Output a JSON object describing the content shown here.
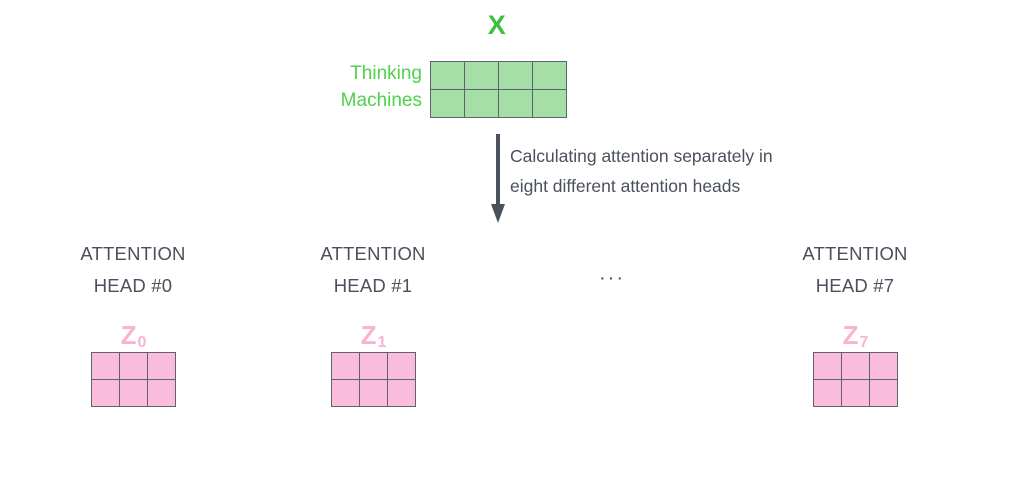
{
  "diagram": {
    "title_label": "X",
    "input": {
      "row_labels": [
        "Thinking",
        "Machines"
      ],
      "matrix": {
        "rows": 2,
        "cols": 4,
        "fill_color": "#a5dfa5",
        "border_color": "#5d6470"
      }
    },
    "flow": {
      "arrow_icon": "down-arrow-icon",
      "caption_lines": [
        "Calculating attention separately in",
        "eight different attention heads"
      ]
    },
    "ellipsis": "···",
    "heads": [
      {
        "title_lines": [
          "ATTENTION",
          "HEAD #0"
        ],
        "z_symbol": "Z",
        "z_index": "0",
        "matrix": {
          "rows": 2,
          "cols": 3,
          "fill_color": "#fbbddb",
          "border_color": "#5d6470"
        }
      },
      {
        "title_lines": [
          "ATTENTION",
          "HEAD #1"
        ],
        "z_symbol": "Z",
        "z_index": "1",
        "matrix": {
          "rows": 2,
          "cols": 3,
          "fill_color": "#fbbddb",
          "border_color": "#5d6470"
        }
      },
      {
        "title_lines": [
          "ATTENTION",
          "HEAD #7"
        ],
        "z_symbol": "Z",
        "z_index": "7",
        "matrix": {
          "rows": 2,
          "cols": 3,
          "fill_color": "#fbbddb",
          "border_color": "#5d6470"
        }
      }
    ],
    "colors": {
      "x_green": "#3DC13D",
      "label_green": "#4ED14E",
      "matrix_green": "#a5dfa5",
      "matrix_pink": "#fbbddb",
      "z_pink": "#f9b3d3",
      "text_slate": "#4a515c",
      "border_slate": "#5d6470",
      "background": "#ffffff"
    }
  }
}
